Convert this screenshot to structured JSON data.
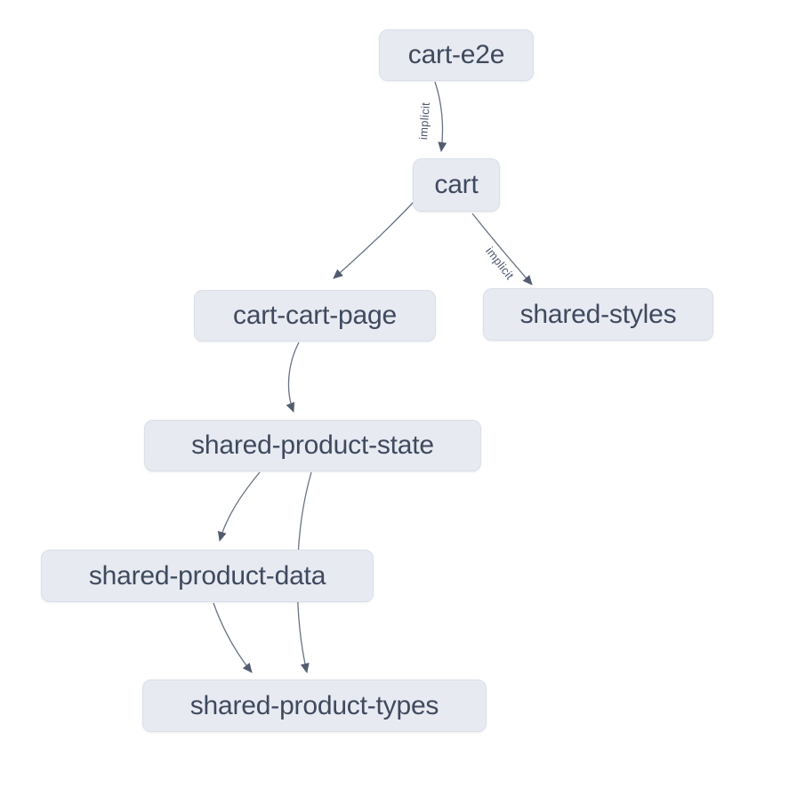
{
  "graph": {
    "type": "project-dependency-graph",
    "colors": {
      "background": "#ffffff",
      "node_fill": "#e7eaf1",
      "node_border": "#d9dfe9",
      "node_text": "#3f4a5e",
      "edge": "#5f6a7d",
      "arrowhead": "#4a5468"
    },
    "nodes": [
      {
        "id": "cart-e2e",
        "label": "cart-e2e"
      },
      {
        "id": "cart",
        "label": "cart"
      },
      {
        "id": "cart-cart-page",
        "label": "cart-cart-page"
      },
      {
        "id": "shared-styles",
        "label": "shared-styles"
      },
      {
        "id": "shared-product-state",
        "label": "shared-product-state"
      },
      {
        "id": "shared-product-data",
        "label": "shared-product-data"
      },
      {
        "id": "shared-product-types",
        "label": "shared-product-types"
      }
    ],
    "edges": [
      {
        "source": "cart-e2e",
        "target": "cart",
        "label": "implicit"
      },
      {
        "source": "cart",
        "target": "cart-cart-page",
        "label": ""
      },
      {
        "source": "cart",
        "target": "shared-styles",
        "label": "implicit"
      },
      {
        "source": "cart-cart-page",
        "target": "shared-product-state",
        "label": ""
      },
      {
        "source": "shared-product-state",
        "target": "shared-product-data",
        "label": ""
      },
      {
        "source": "shared-product-state",
        "target": "shared-product-types",
        "label": ""
      },
      {
        "source": "shared-product-data",
        "target": "shared-product-types",
        "label": ""
      }
    ]
  }
}
